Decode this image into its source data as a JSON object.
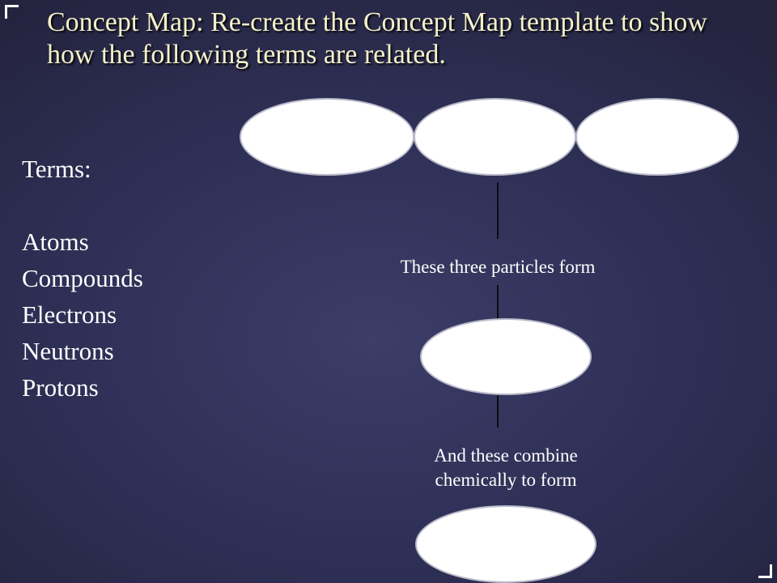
{
  "slide": {
    "title": "Concept Map:  Re-create the Concept Map template to show how the following terms are related."
  },
  "terms": {
    "heading": "Terms:",
    "items": [
      "Atoms",
      "Compounds",
      "Electrons",
      "Neutrons",
      "Protons"
    ]
  },
  "concept_map": {
    "labels": {
      "particles_form": "These three particles form",
      "combine_line1": "And these combine",
      "combine_line2": "chemically to form"
    },
    "nodes": [
      {
        "id": "particle-1",
        "text": ""
      },
      {
        "id": "particle-2",
        "text": ""
      },
      {
        "id": "particle-3",
        "text": ""
      },
      {
        "id": "middle",
        "text": ""
      },
      {
        "id": "bottom",
        "text": ""
      }
    ]
  }
}
